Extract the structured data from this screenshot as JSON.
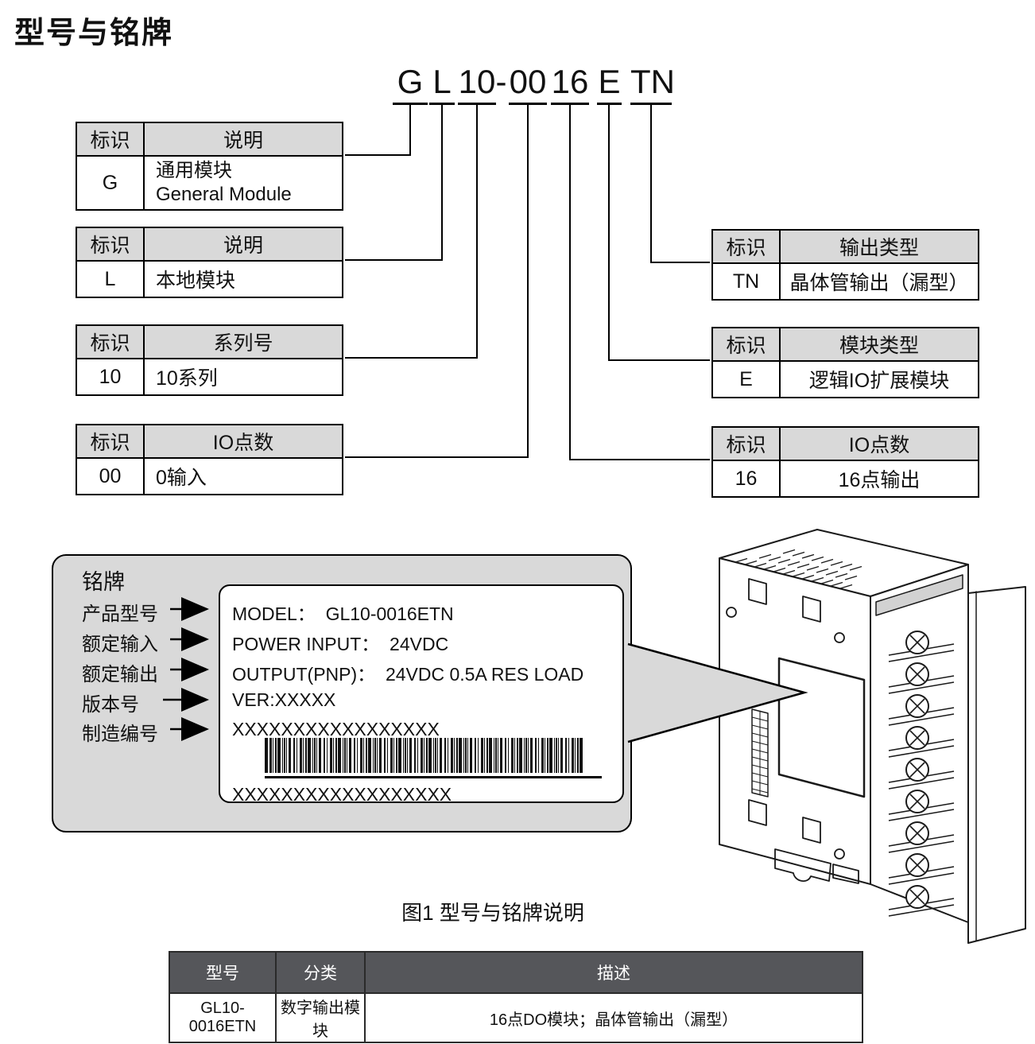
{
  "title": "型号与铭牌",
  "model_code": {
    "full": "GL10-0016ETN",
    "separator": "-",
    "segments": [
      "G",
      "L",
      "10",
      "00",
      "16",
      "E",
      "TN"
    ]
  },
  "legend_tables": [
    {
      "header": [
        "标识",
        "说明"
      ],
      "code": "G",
      "desc": "通用模块",
      "desc2": "General Module"
    },
    {
      "header": [
        "标识",
        "说明"
      ],
      "code": "L",
      "desc": "本地模块"
    },
    {
      "header": [
        "标识",
        "系列号"
      ],
      "code": "10",
      "desc": "10系列"
    },
    {
      "header": [
        "标识",
        "IO点数"
      ],
      "code": "00",
      "desc": "0输入"
    },
    {
      "header": [
        "标识",
        "输出类型"
      ],
      "code": "TN",
      "desc": "晶体管输出（漏型）"
    },
    {
      "header": [
        "标识",
        "模块类型"
      ],
      "code": "E",
      "desc": "逻辑IO扩展模块"
    },
    {
      "header": [
        "标识",
        "IO点数"
      ],
      "code": "16",
      "desc": "16点输出"
    }
  ],
  "nameplate": {
    "box_title": "铭牌",
    "callouts": [
      "产品型号",
      "额定输入",
      "额定输出",
      "版本号",
      "制造编号"
    ],
    "label_lines": [
      "MODEL：  GL10-0016ETN",
      "POWER INPUT：  24VDC",
      "OUTPUT(PNP)：  24VDC 0.5A RES LOAD",
      "VER:XXXXX",
      "XXXXXXXXXXXXXXXXX"
    ],
    "serial_bottom": "XXXXXXXXXXXXXXXXXX"
  },
  "figure_caption": "图1 型号与铭牌说明",
  "summary_table": {
    "headers": [
      "型号",
      "分类",
      "描述"
    ],
    "rows": [
      [
        "GL10-0016ETN",
        "数字输出模块",
        "16点DO模块；晶体管输出（漏型）"
      ]
    ]
  },
  "colors": {
    "legend_header_bg": "#d9d9d9",
    "nameplate_bg": "#d9d9d9",
    "summary_header_bg": "#55565a",
    "summary_header_text": "#ffffff",
    "line": "#000000"
  },
  "illustration": "io-module-isometric-drawing"
}
